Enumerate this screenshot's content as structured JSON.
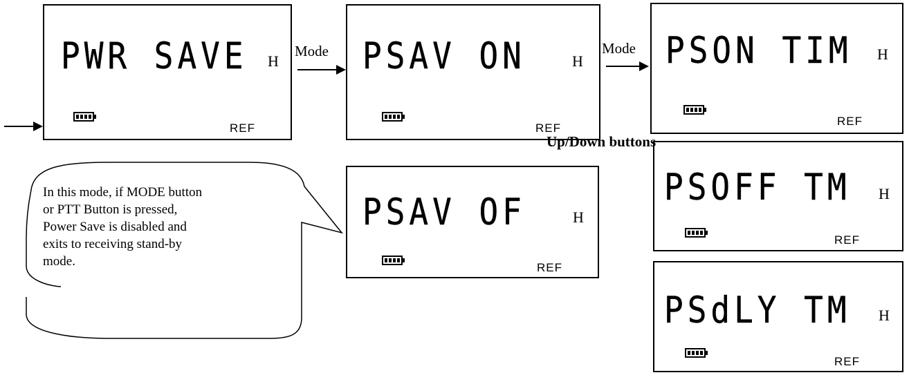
{
  "panels": {
    "pwr_save": {
      "display": "PWR SAVE",
      "indicator": "H",
      "ref": "REF"
    },
    "psav_on": {
      "display": "PSAV  ON",
      "indicator": "H",
      "ref": "REF"
    },
    "pson_tim": {
      "display": "PSON TIM",
      "indicator": "H",
      "ref": "REF"
    },
    "psav_of": {
      "display": "PSAV  OF",
      "indicator": "H",
      "ref": "REF"
    },
    "psoff_tm": {
      "display": "PSOFF TM",
      "indicator": "H",
      "ref": "REF"
    },
    "psdly_tm": {
      "display": "PSdLY TM",
      "indicator": "H",
      "ref": "REF"
    }
  },
  "arrows": {
    "mode_1": "Mode",
    "mode_2": "Mode"
  },
  "labels": {
    "updown": "Up/Down buttons"
  },
  "callout": {
    "lines": [
      "In this mode, if MODE button",
      "or  PTT Button is pressed,",
      "Power Save is disabled and",
      "exits to receiving stand-by",
      "mode."
    ]
  }
}
